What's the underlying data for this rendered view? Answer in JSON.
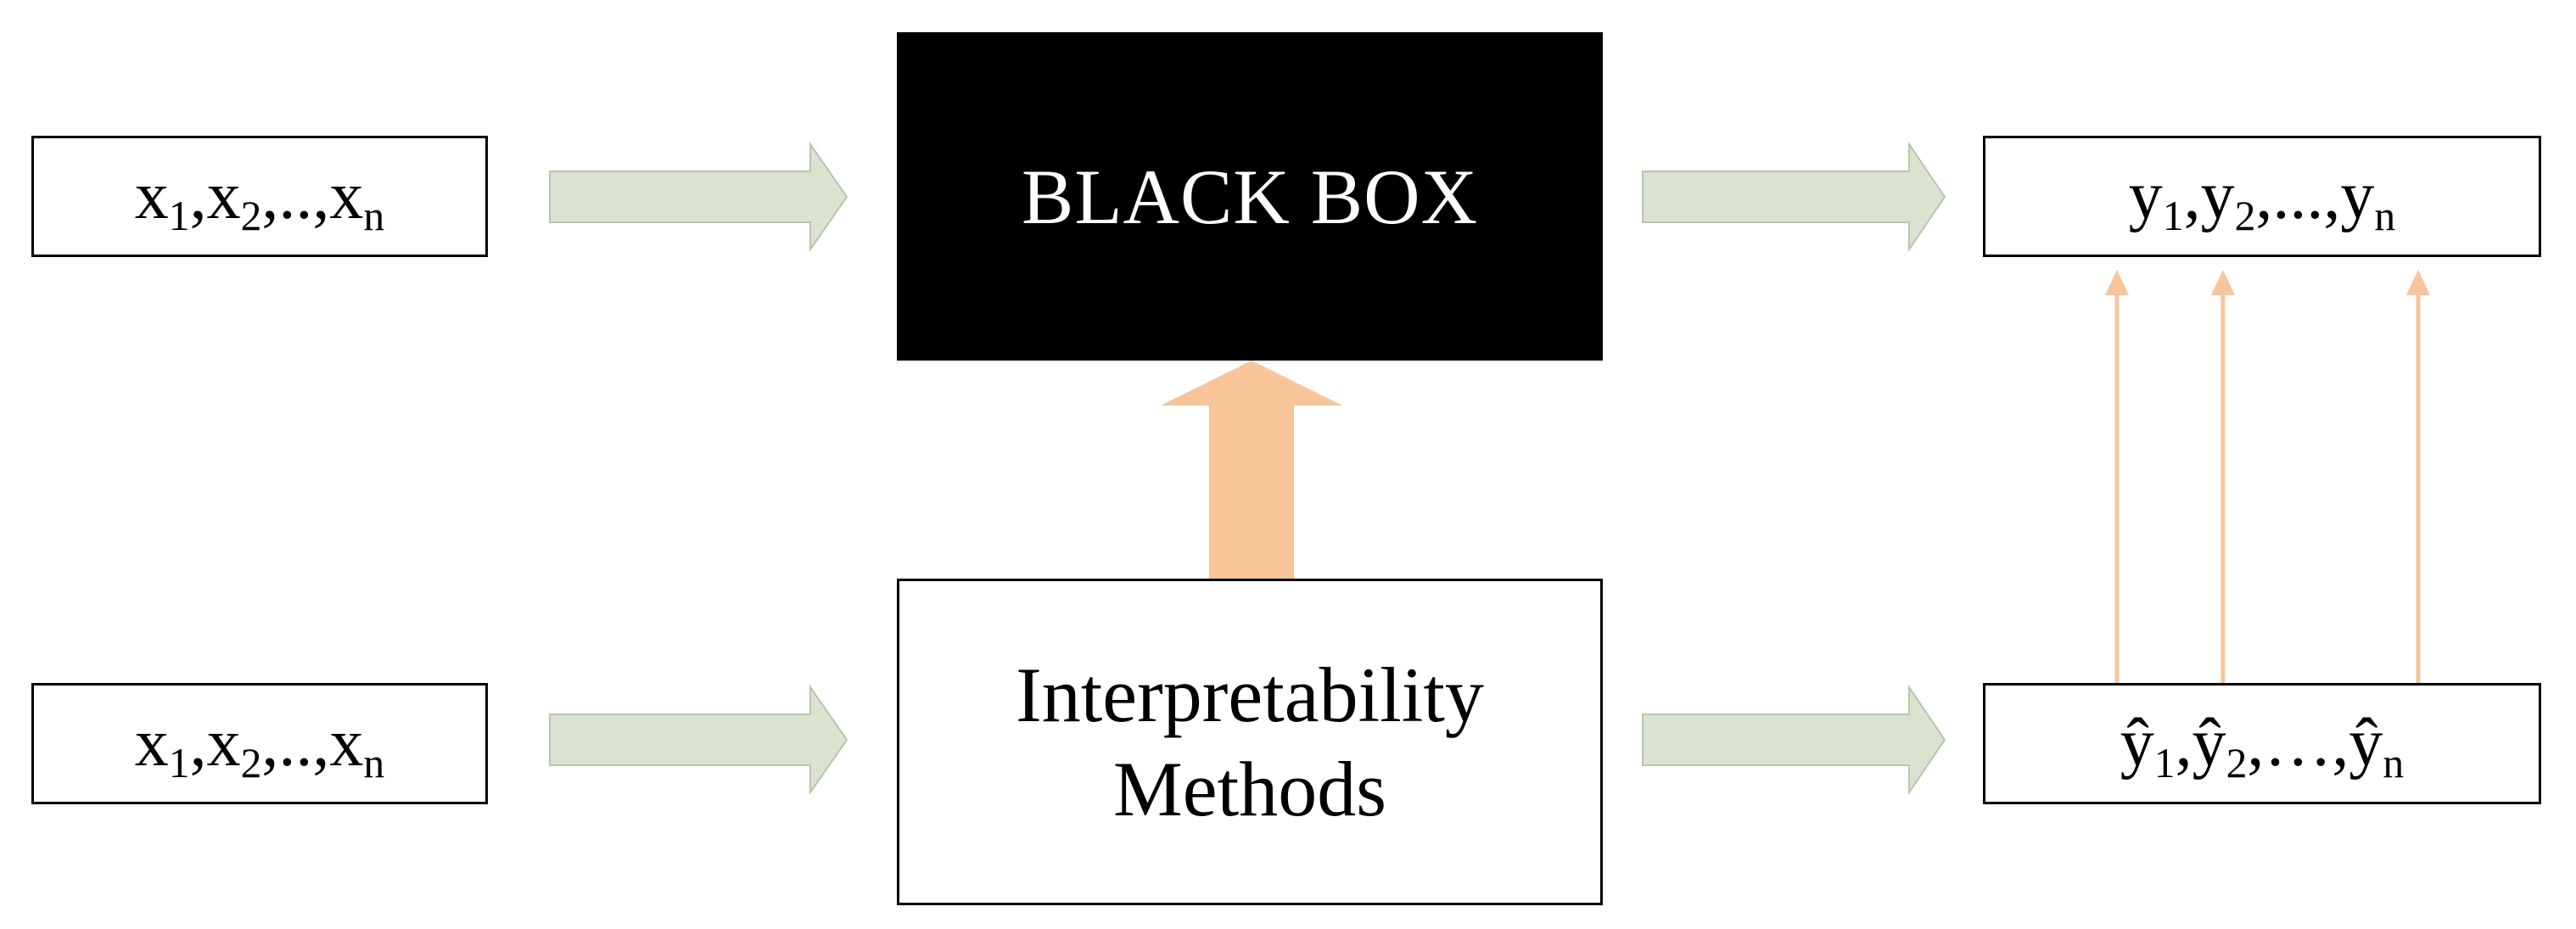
{
  "inputs": {
    "top": {
      "var": "x",
      "subs": [
        "1",
        "2",
        "n"
      ],
      "sep": ",",
      "dots": ".."
    },
    "bottom": {
      "var": "x",
      "subs": [
        "1",
        "2",
        "n"
      ],
      "sep": ",",
      "dots": ".."
    }
  },
  "black_box": {
    "label": "BLACK BOX"
  },
  "methods": {
    "line1": "Interpretability",
    "line2": "Methods"
  },
  "outputs": {
    "true": {
      "var": "y",
      "subs": [
        "1",
        "2",
        "n"
      ],
      "dots": "..."
    },
    "approx": {
      "var": "ŷ",
      "subs": [
        "1",
        "2",
        "n"
      ],
      "dots": "…"
    }
  },
  "colors": {
    "flow_arrow_fill": "#d9e3cf",
    "flow_arrow_stroke": "#b9c4ad",
    "explain_arrow": "#f8c49a",
    "black_box_bg": "#000000"
  }
}
